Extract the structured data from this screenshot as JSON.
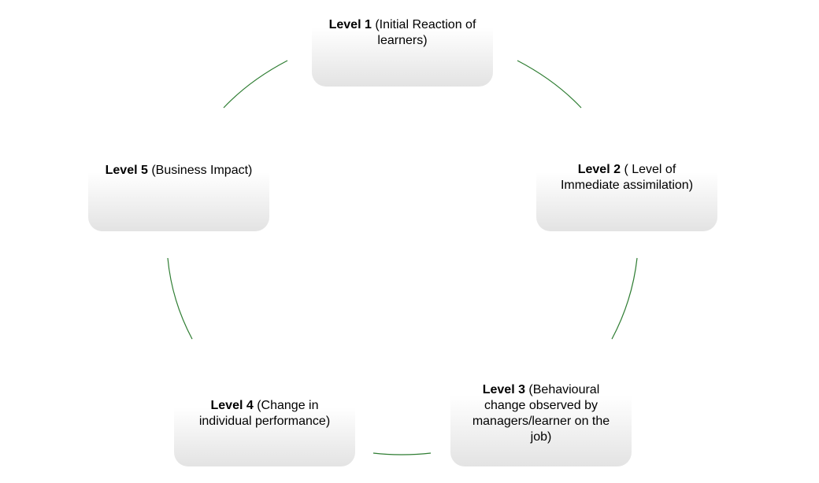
{
  "diagram": {
    "type": "cycle",
    "connector_color": "#2e7d32",
    "nodes": [
      {
        "level": "Level 1",
        "description": " (Initial Reaction of learners)"
      },
      {
        "level": "Level 2",
        "description": " ( Level of Immediate assimilation)"
      },
      {
        "level": "Level 3",
        "description": " (Behavioural change observed by managers/learner on the job)"
      },
      {
        "level": "Level 4",
        "description": " (Change in individual performance)"
      },
      {
        "level": "Level 5",
        "description": " (Business Impact)"
      }
    ]
  }
}
